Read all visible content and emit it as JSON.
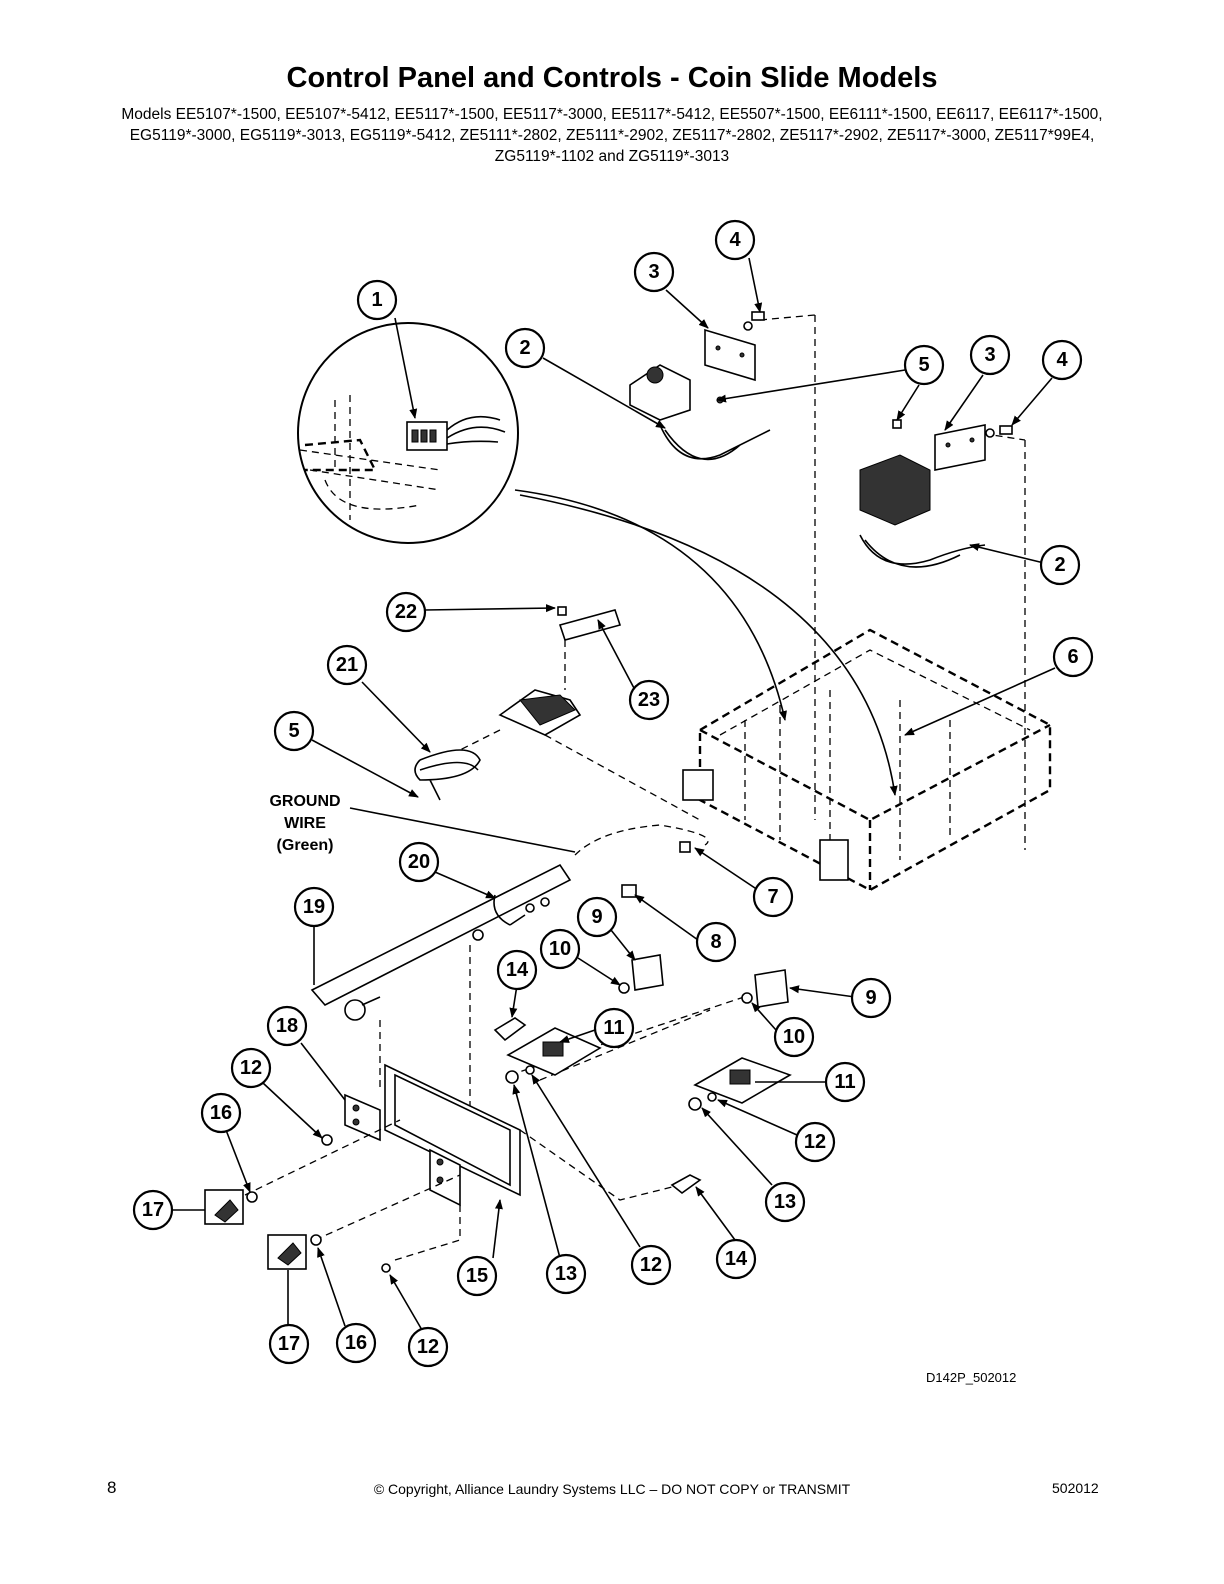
{
  "header": {
    "title": "Control Panel and Controls - Coin Slide Models",
    "models": "Models EE5107*-1500, EE5107*-5412, EE5117*-1500, EE5117*-3000, EE5117*-5412, EE5507*-1500, EE6111*-1500, EE6117, EE6117*-1500, EG5119*-3000, EG5119*-3013, EG5119*-5412, ZE5111*-2802, ZE5111*-2902, ZE5117*-2802, ZE5117*-2902, ZE5117*-3000, ZE5117*99E4, ZG5119*-1102 and ZG5119*-3013"
  },
  "diagram": {
    "ground_wire_label": [
      "GROUND",
      "WIRE",
      "(Green)"
    ],
    "drawing_code": "D142P_502012",
    "callouts": [
      "1",
      "2",
      "3",
      "4",
      "2",
      "3",
      "4",
      "5",
      "2",
      "22",
      "23",
      "21",
      "5",
      "6",
      "7",
      "8",
      "20",
      "19",
      "9",
      "10",
      "14",
      "11",
      "9",
      "10",
      "18",
      "12",
      "16",
      "17",
      "11",
      "12",
      "13",
      "15",
      "13",
      "12",
      "14",
      "17",
      "16",
      "12"
    ]
  },
  "footer": {
    "page_number": "8",
    "copyright": "© Copyright, Alliance Laundry Systems LLC – DO NOT COPY or TRANSMIT",
    "doc_code": "502012"
  }
}
